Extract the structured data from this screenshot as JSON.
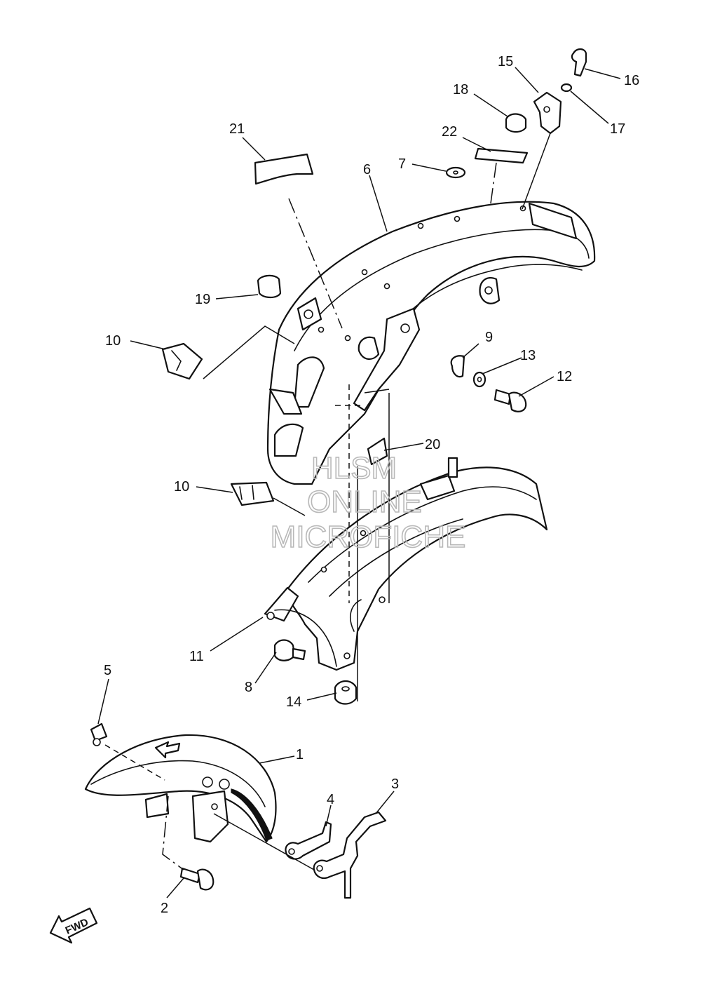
{
  "watermark": {
    "line1": "HLSM",
    "line2": "ONLINE",
    "line3": "MICROFICHE"
  },
  "direction_label": "FWD",
  "callouts": [
    {
      "id": "c1",
      "label": "1"
    },
    {
      "id": "c2",
      "label": "2"
    },
    {
      "id": "c3",
      "label": "3"
    },
    {
      "id": "c4",
      "label": "4"
    },
    {
      "id": "c5",
      "label": "5"
    },
    {
      "id": "c6",
      "label": "6"
    },
    {
      "id": "c7",
      "label": "7"
    },
    {
      "id": "c8",
      "label": "8"
    },
    {
      "id": "c9",
      "label": "9"
    },
    {
      "id": "c10a",
      "label": "10"
    },
    {
      "id": "c10b",
      "label": "10"
    },
    {
      "id": "c11",
      "label": "11"
    },
    {
      "id": "c12",
      "label": "12"
    },
    {
      "id": "c13",
      "label": "13"
    },
    {
      "id": "c14",
      "label": "14"
    },
    {
      "id": "c15",
      "label": "15"
    },
    {
      "id": "c16",
      "label": "16"
    },
    {
      "id": "c17",
      "label": "17"
    },
    {
      "id": "c18",
      "label": "18"
    },
    {
      "id": "c19",
      "label": "19"
    },
    {
      "id": "c20",
      "label": "20"
    },
    {
      "id": "c21",
      "label": "21"
    },
    {
      "id": "c22",
      "label": "22"
    }
  ]
}
